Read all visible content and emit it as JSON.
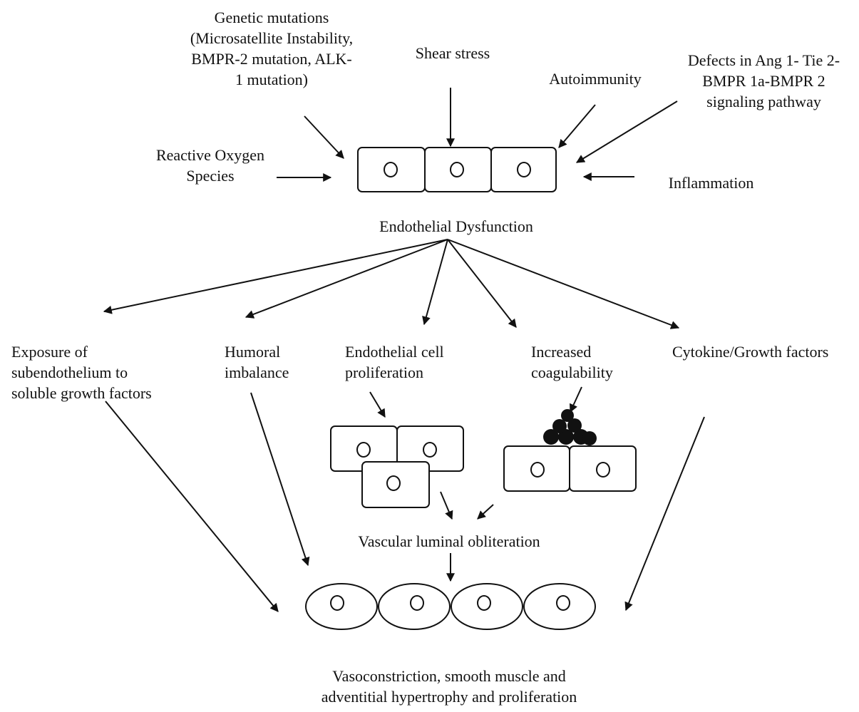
{
  "causes": {
    "genetic": "Genetic mutations\n(Microsatellite Instability,\nBMPR-2 mutation, ALK-\n1 mutation)",
    "shear_stress": "Shear stress",
    "autoimmunity": "Autoimmunity",
    "signaling_defects": "Defects in Ang 1- Tie 2-\nBMPR 1a-BMPR 2\nsignaling pathway",
    "ros": "Reactive Oxygen\nSpecies",
    "inflammation": "Inflammation"
  },
  "center": {
    "endothelial_dysfunction": "Endothelial Dysfunction"
  },
  "effects": {
    "exposure": "Exposure of\nsubendothelium to\nsoluble growth factors",
    "humoral": "Humoral\nimbalance",
    "proliferation": "Endothelial cell\nproliferation",
    "coagulability": "Increased\ncoagulability",
    "cytokine": "Cytokine/Growth factors"
  },
  "outcomes": {
    "obliteration": "Vascular luminal obliteration",
    "vasoconstriction": "Vasoconstriction, smooth muscle and\nadventitial hypertrophy and proliferation"
  },
  "colors": {
    "line": "#111111",
    "background": "#ffffff"
  }
}
